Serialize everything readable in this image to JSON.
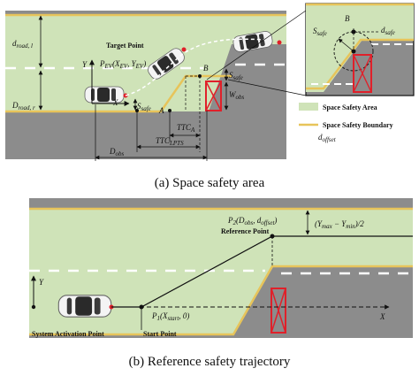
{
  "figure_a": {
    "caption": "(a) Space safety area",
    "labels": {
      "d_road_l_main": "d",
      "d_road_l_sub": "road, l",
      "d_road_r_main": "D",
      "d_road_r_sub": "road, r",
      "target_point": "Target Point",
      "p_ev": "P",
      "p_ev_sub": "EV",
      "p_ev_args": "(X",
      "p_ev_args2": ", Y",
      "p_ev_args3": ")",
      "y_axis": "Y",
      "x_axis": "X",
      "s_safe_main": "S",
      "s_safe_sub": "safe",
      "s_safe2_main": "S",
      "s_safe2_sub": "safe",
      "w_obs_main": "W",
      "w_obs_sub": "obs",
      "point_a": "A",
      "point_b": "B",
      "ttc_a_main": "TTC",
      "ttc_a_sub": "A",
      "ttc_lpts_main": "TTC",
      "ttc_lpts_sub": "LPTS",
      "d_obs_main": "D",
      "d_obs_sub": "obs",
      "zoom_b": "B",
      "zoom_s_main": "S",
      "zoom_s_sub": "safe",
      "zoom_d_main": "d",
      "zoom_d_sub": "safe"
    },
    "legend": {
      "space_safety_area": "Space Safety Area",
      "space_safety_boundary": "Space Safety Boundary",
      "d_offset_main": "d",
      "d_offset_sub": "offset"
    }
  },
  "figure_b": {
    "caption": "(b) Reference safety trajectory",
    "labels": {
      "p2": "P",
      "p2_sub": "2",
      "p2_args": "(D",
      "p2_args_sub": "obs",
      "p2_args2": ", d",
      "p2_args2_sub": "offset",
      "p2_args3": ")",
      "reference_point": "Reference Point",
      "y_range": "(Y",
      "y_range_max": "max",
      "y_range_mid": " − Y",
      "y_range_min": "min",
      "y_range_end": ")/2",
      "y_axis": "Y",
      "x_axis": "X",
      "p1": "P",
      "p1_sub": "1",
      "p1_args": "(X",
      "p1_args_sub": "start",
      "p1_args2": ", 0)",
      "system_activation_point": "System Activation Point",
      "start_point": "Start Point"
    }
  },
  "colors": {
    "road_green": "#cfe3b8",
    "road_gray": "#8c8c8c",
    "boundary_yellow": "#e7c45a",
    "obstacle_red": "#e0202a",
    "lane_white": "#ffffff"
  }
}
